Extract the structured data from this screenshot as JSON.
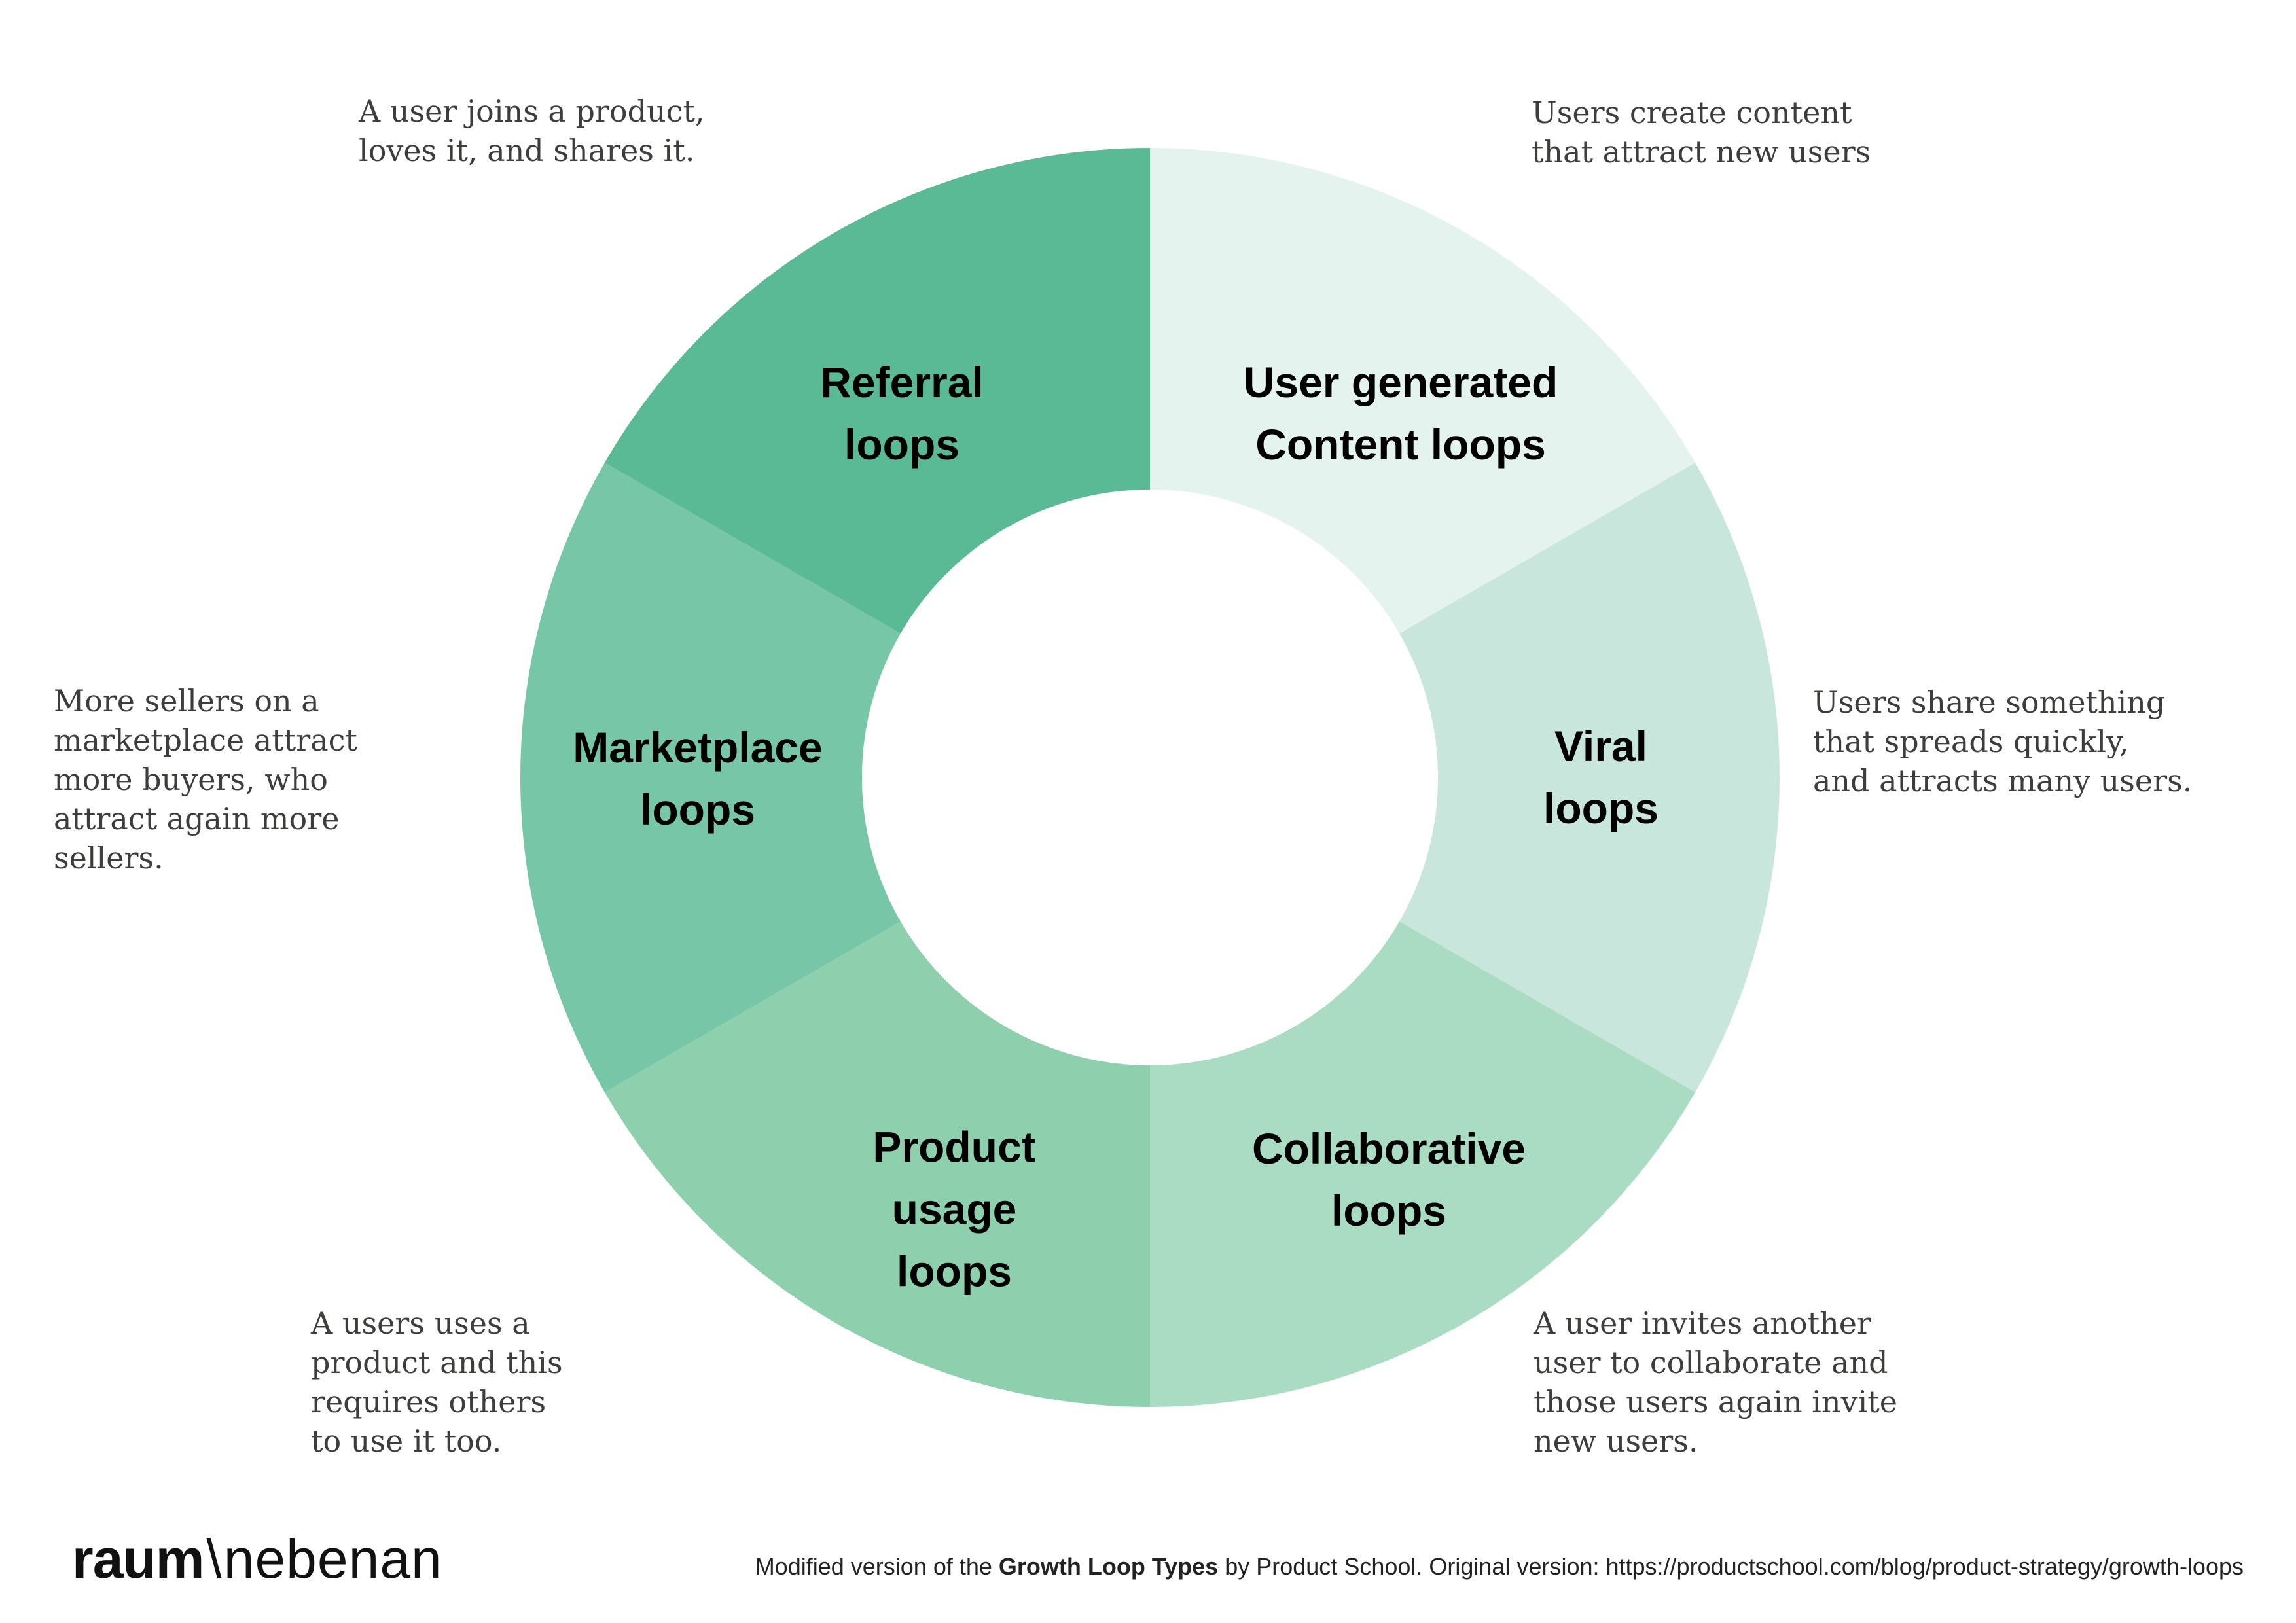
{
  "page": {
    "background": "#ffffff"
  },
  "donut": {
    "type": "donut-diagram",
    "inner_color": "#ffffff",
    "segments": [
      {
        "id": "referral",
        "label": "Referral\nloops",
        "color": "#5bba96",
        "start_angle": 90,
        "end_angle": 150,
        "description": "A user joins a product,\nloves it, and shares it."
      },
      {
        "id": "user-generated-content",
        "label": "User generated\nContent loops",
        "color": "#e4f3ee",
        "start_angle": 30,
        "end_angle": 90,
        "description": "Users create content\nthat attract new users"
      },
      {
        "id": "viral",
        "label": "Viral\nloops",
        "color": "#c8e6db",
        "start_angle": -30,
        "end_angle": 30,
        "description": "Users share something\nthat spreads quickly,\nand attracts many users."
      },
      {
        "id": "collaborative",
        "label": "Collaborative\nloops",
        "color": "#aadcc3",
        "start_angle": -90,
        "end_angle": -30,
        "description": "A user invites another\nuser to collaborate and\nthose users again invite\nnew users."
      },
      {
        "id": "product-usage",
        "label": "Product\nusage\nloops",
        "color": "#8ecfae",
        "start_angle": -150,
        "end_angle": -90,
        "description": "A users uses a\nproduct and this\nrequires others\nto use it too."
      },
      {
        "id": "marketplace",
        "label": "Marketplace\nloops",
        "color": "#76c6a7",
        "start_angle": 150,
        "end_angle": 210,
        "description": "More sellers on a\nmarketplace attract\nmore buyers, who\nattract again more\nsellers."
      }
    ]
  },
  "footer": {
    "logo": {
      "bold": "raum",
      "separator": "\\",
      "light": "nebenan"
    },
    "credit_prefix": "Modified version of the ",
    "credit_bold": "Growth Loop Types",
    "credit_suffix": " by Product School. Original version: https://productschool.com/blog/product-strategy/growth-loops"
  }
}
